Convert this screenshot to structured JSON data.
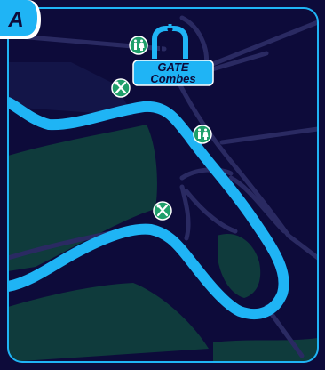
{
  "map": {
    "section_badge": "A",
    "gate": {
      "line1": "GATE",
      "line2": "Combes"
    },
    "poi": [
      {
        "type": "restroom",
        "icon": "restroom-icon"
      },
      {
        "type": "food",
        "icon": "food-icon"
      },
      {
        "type": "restroom",
        "icon": "restroom-icon"
      },
      {
        "type": "food",
        "icon": "food-icon"
      }
    ],
    "colors": {
      "background": "#0d0b3a",
      "track": "#1fb4f5",
      "vegetation": "#0f3b3c",
      "road": "#2a2a62",
      "frame": "#1fb4f5",
      "poi": "#1f9f6a"
    }
  }
}
